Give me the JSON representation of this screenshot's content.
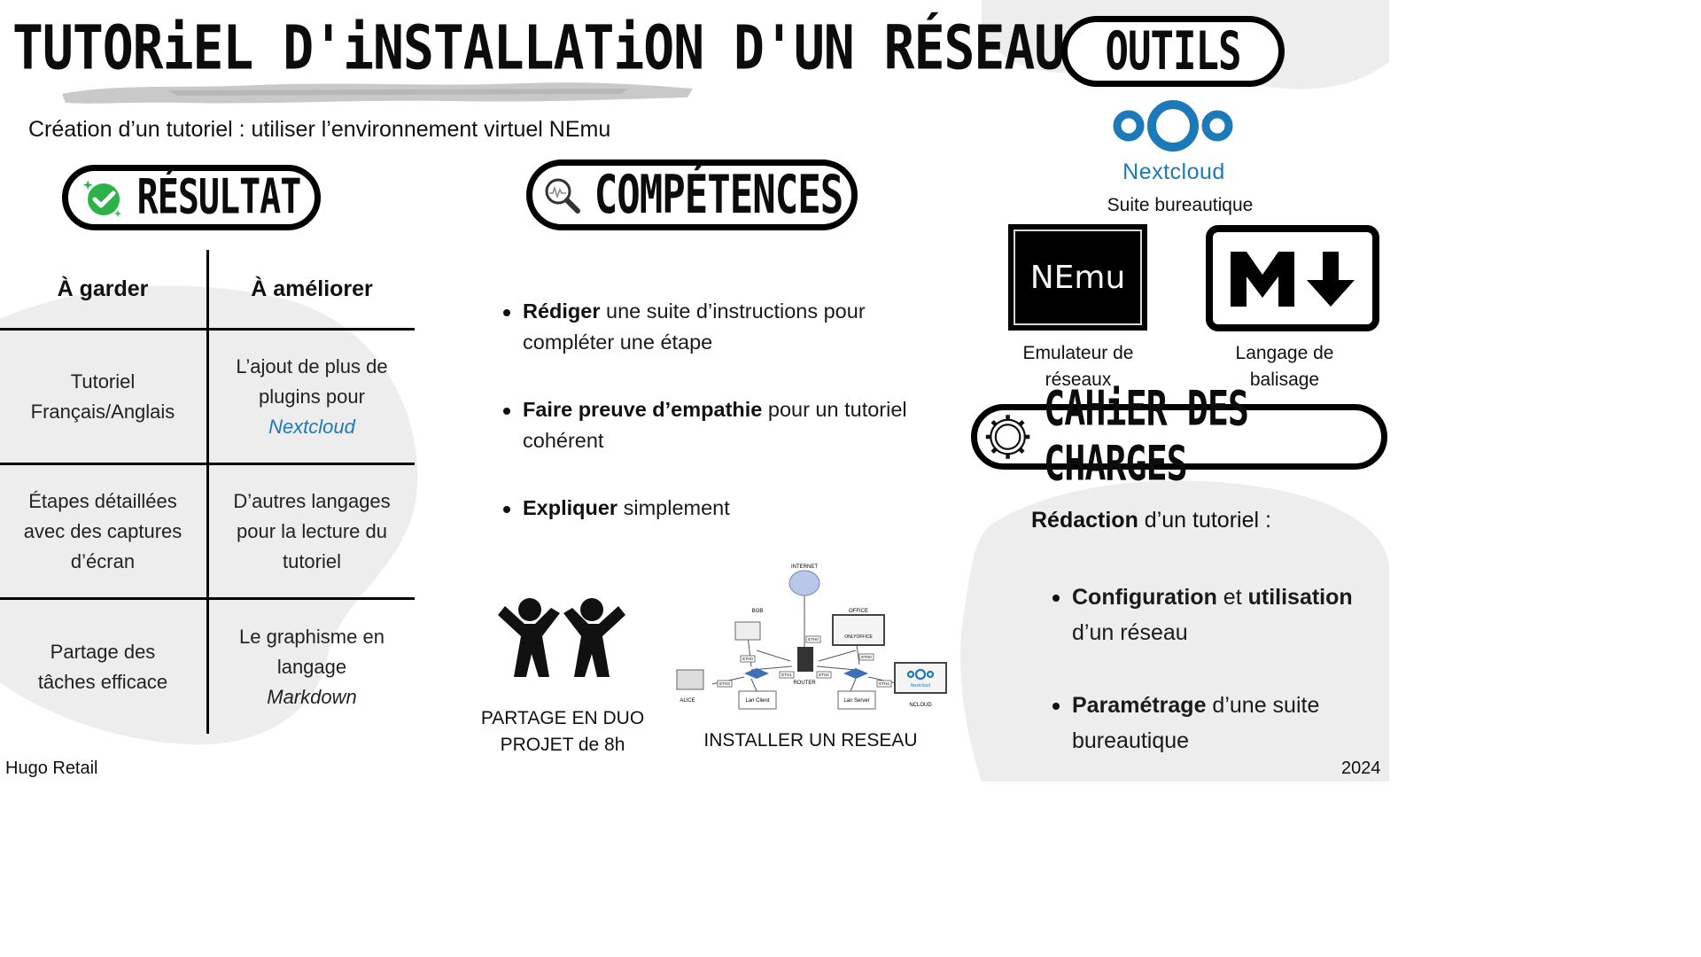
{
  "title": "TUTORiEL D'iNSTALLATiON D'UN RÉSEAU",
  "subtitle": "Création d’un tutoriel : utiliser l’environnement virtuel NEmu",
  "colors": {
    "text": "#111111",
    "accent_blue": "#1d7ab8",
    "check_green": "#2db24a",
    "blob_gray": "#ededed"
  },
  "resultat": {
    "heading": "RÉSULTAT",
    "icon": "check-circle-icon",
    "table": {
      "col1_header": "À garder",
      "col2_header": "À améliorer",
      "rows": [
        {
          "keep": [
            "Tutoriel",
            "Français/Anglais"
          ],
          "improve": [
            "L’ajout de plus de",
            "plugins pour"
          ],
          "improve_extra": "Nextcloud"
        },
        {
          "keep": [
            "Étapes détaillées",
            "avec des captures",
            "d’écran"
          ],
          "improve": [
            "D’autres langages",
            "pour la lecture du",
            "tutoriel"
          ]
        },
        {
          "keep": [
            "Partage des",
            "tâches efficace"
          ],
          "improve": [
            "Le graphisme en",
            "langage"
          ],
          "improve_extra": "Markdown"
        }
      ]
    }
  },
  "competences": {
    "heading": "COMPÉTENCES",
    "icon": "magnifier-icon",
    "items": [
      {
        "bold": "Rédiger",
        "text": " une suite d’instructions pour compléter une étape"
      },
      {
        "bold": "Faire preuve d’empathie",
        "text": " pour un tutoriel cohérent"
      },
      {
        "bold": "Expliquer",
        "text": " simplement"
      }
    ]
  },
  "duo": {
    "icon": "two-people-icon",
    "caption_line1": "PARTAGE EN DUO",
    "caption_line2": "PROJET de 8h"
  },
  "network": {
    "caption": "INSTALLER UN RESEAU",
    "labels": {
      "internet": "INTERNET",
      "bob": "BOB",
      "office": "OFFICE",
      "onlyoffice": "ONLYOFFICE",
      "router": "ROUTER",
      "alice": "ALICE",
      "lan_client": "Lan Client",
      "lan_server": "Lan Server",
      "ncloud": "NCLOUD",
      "nextcloud_small": "Nextcloud",
      "eth0": "ETH0",
      "eth1": "ETH1",
      "eth2": "ETH2",
      "eth3": "ETH3",
      "eth4": "ETH4"
    }
  },
  "outils": {
    "heading": "OUTILS",
    "nextcloud": {
      "name": "Nextcloud",
      "label": "Suite bureautique",
      "icon": "nextcloud-logo-icon"
    },
    "nemu": {
      "logo_text": "NEmu",
      "label_line1": "Emulateur de",
      "label_line2": "réseaux"
    },
    "markdown": {
      "icon": "markdown-logo-icon",
      "label_line1": "Langage de",
      "label_line2": "balisage"
    }
  },
  "cahier": {
    "heading": "CAHiER DES CHARGES",
    "icon": "gear-icon",
    "intro_bold": "Rédaction",
    "intro_text": " d’un tutoriel :",
    "items": [
      {
        "bold1": "Configuration",
        "mid": " et ",
        "bold2": "utilisation",
        "rest": " d’un réseau"
      },
      {
        "bold1": "Paramétrage",
        "rest": " d’une suite bureautique"
      }
    ]
  },
  "footer": {
    "author": "Hugo Retail",
    "year": "2024"
  }
}
